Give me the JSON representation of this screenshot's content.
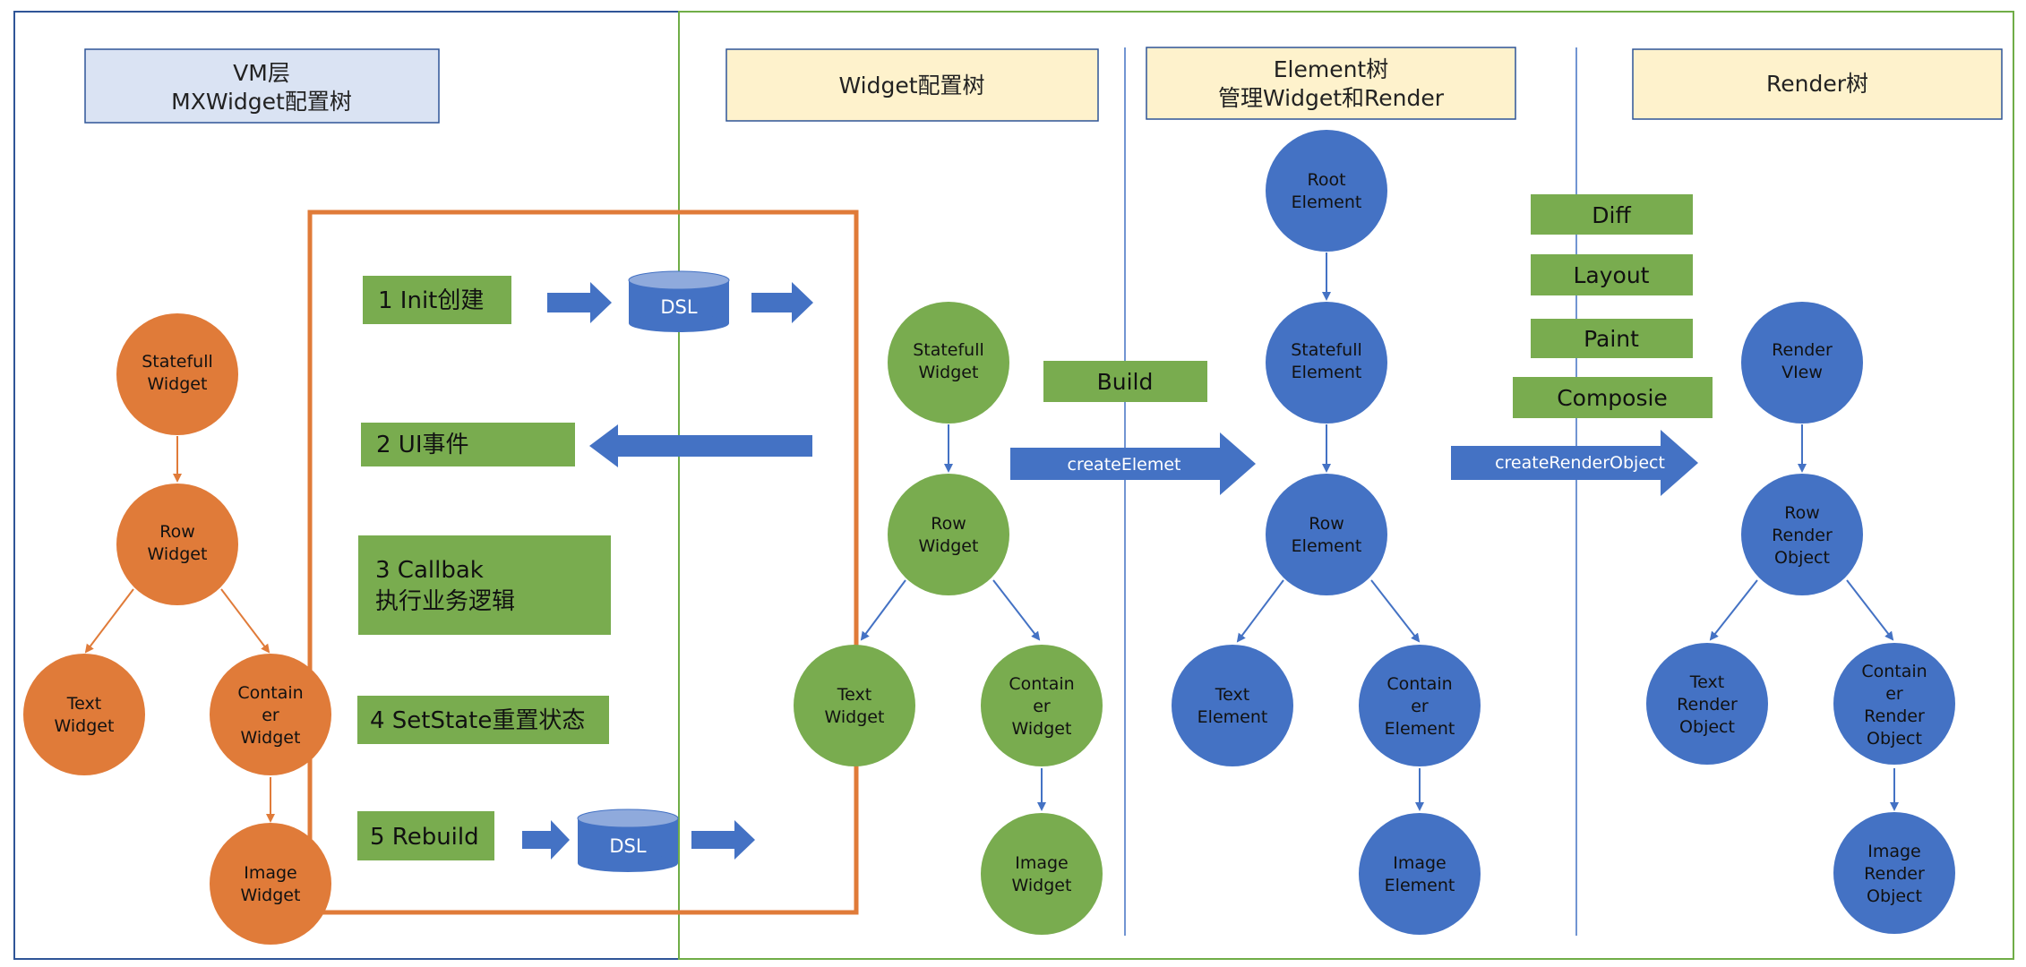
{
  "headers": {
    "vm_line1": "VM层",
    "vm_line2": "MXWidget配置树",
    "widget": "Widget配置树",
    "element_line1": "Element树",
    "element_line2": "管理Widget和Render",
    "render": "Render树"
  },
  "vm_tree": {
    "statefull": [
      "Statefull",
      "Widget"
    ],
    "row": [
      "Row",
      "Widget"
    ],
    "text": [
      "Text",
      "Widget"
    ],
    "container": [
      "Contain",
      "er",
      "Widget"
    ],
    "image": [
      "Image",
      "Widget"
    ]
  },
  "steps": {
    "init": "1 Init创建",
    "ui_event": "2 UI事件",
    "callback_line1": "3 Callbak",
    "callback_line2": "执行业务逻辑",
    "setstate": "4 SetState重置状态",
    "rebuild": "5 Rebuild",
    "dsl_top": "DSL",
    "dsl_bottom": "DSL"
  },
  "widget_tree": {
    "statefull": [
      "Statefull",
      "Widget"
    ],
    "row": [
      "Row",
      "Widget"
    ],
    "text": [
      "Text",
      "Widget"
    ],
    "container": [
      "Contain",
      "er",
      "Widget"
    ],
    "image": [
      "Image",
      "Widget"
    ]
  },
  "build_label": "Build",
  "create_element_label": "createElemet",
  "element_tree": {
    "root": [
      "Root",
      "Element"
    ],
    "statefull": [
      "Statefull",
      "Element"
    ],
    "row": [
      "Row",
      "Element"
    ],
    "text": [
      "Text",
      "Element"
    ],
    "container": [
      "Contain",
      "er",
      "Element"
    ],
    "image": [
      "Image",
      "Element"
    ]
  },
  "render_steps": {
    "diff": "Diff",
    "layout": "Layout",
    "paint": "Paint",
    "compose": "Composie"
  },
  "create_render_label": "createRenderObject",
  "render_tree": {
    "view": [
      "Render",
      "VIew"
    ],
    "row": [
      "Row",
      "Render",
      "Object"
    ],
    "text": [
      "Text",
      "Render",
      "Object"
    ],
    "container": [
      "Contain",
      "er",
      "Render",
      "Object"
    ],
    "image": [
      "Image",
      "Render",
      "Object"
    ]
  },
  "colors": {
    "orange": "#E07B39",
    "green": "#79AC4F",
    "blue": "#4A6FC7",
    "arrow_blue": "#4472C4",
    "header_blue": "#DAE3F3",
    "header_yellow": "#FEF2CC",
    "frame_blue": "#2F5597",
    "frame_green": "#70AD47",
    "line_blue": "#4472C4"
  }
}
